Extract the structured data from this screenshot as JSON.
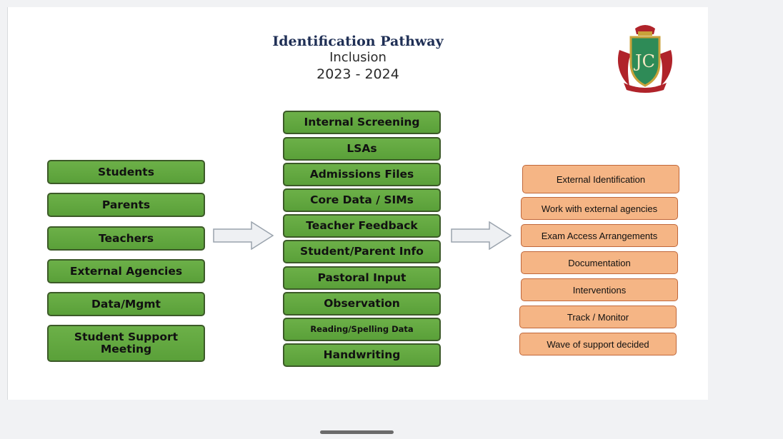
{
  "header": {
    "title": "Identification Pathway",
    "subtitle": "Inclusion",
    "year": "2023 - 2024"
  },
  "logo": {
    "monogram": "JC"
  },
  "sources": [
    "Students",
    "Parents",
    "Teachers",
    "External Agencies",
    "Data/Mgmt",
    "Student Support Meeting"
  ],
  "evidence": [
    "Internal Screening",
    "LSAs",
    "Admissions Files",
    "Core Data / SIMs",
    "Teacher Feedback",
    "Student/Parent Info",
    "Pastoral Input",
    "Observation",
    "Reading/Spelling Data",
    "Handwriting"
  ],
  "outcomes": [
    "External Identification",
    "Work with external agencies",
    "Exam Access Arrangements",
    "Documentation",
    "Interventions",
    "Track / Monitor",
    "Wave of support decided"
  ],
  "colors": {
    "green_box": "#5aa039",
    "green_border": "#3c5a28",
    "orange_box": "#f5b585",
    "orange_border": "#c0673a",
    "title": "#1f2f55",
    "logo_green": "#2e8b57",
    "logo_red": "#b0232a",
    "logo_gold": "#c9a23a"
  }
}
